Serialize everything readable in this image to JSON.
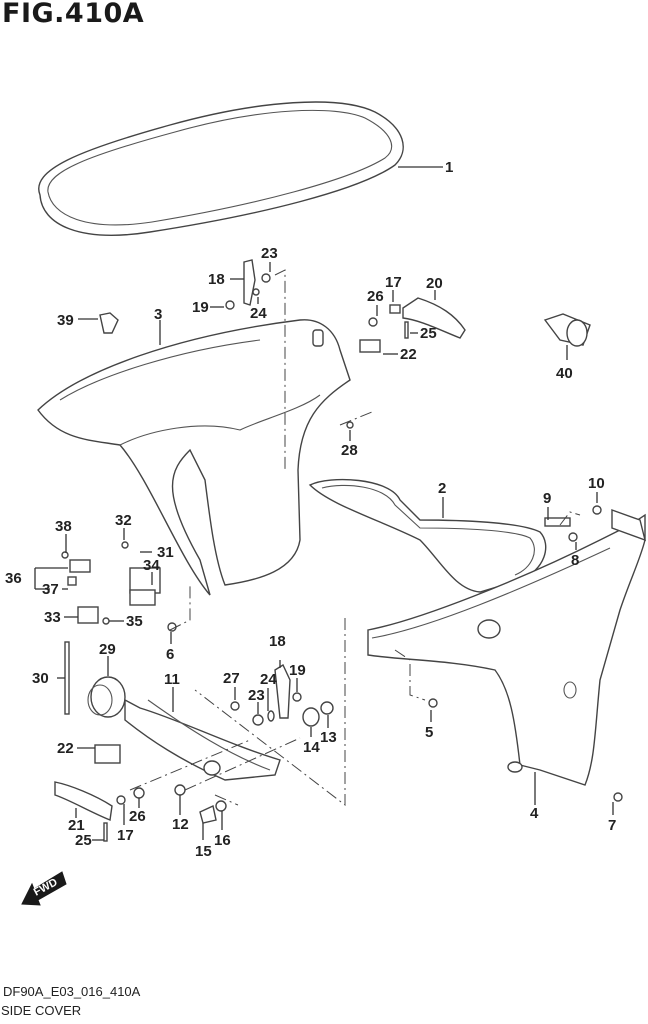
{
  "figure": {
    "title": "FIG.410A",
    "code": "DF90A_E03_016_410A",
    "subtitle": "SIDE COVER",
    "fwd_label": "FWD"
  },
  "callouts": [
    {
      "id": "c1",
      "label": "1"
    },
    {
      "id": "c2",
      "label": "2"
    },
    {
      "id": "c3",
      "label": "3"
    },
    {
      "id": "c4",
      "label": "4"
    },
    {
      "id": "c5",
      "label": "5"
    },
    {
      "id": "c6",
      "label": "6"
    },
    {
      "id": "c7",
      "label": "7"
    },
    {
      "id": "c8",
      "label": "8"
    },
    {
      "id": "c9",
      "label": "9"
    },
    {
      "id": "c10",
      "label": "10"
    },
    {
      "id": "c11",
      "label": "11"
    },
    {
      "id": "c12",
      "label": "12"
    },
    {
      "id": "c13",
      "label": "13"
    },
    {
      "id": "c14",
      "label": "14"
    },
    {
      "id": "c15",
      "label": "15"
    },
    {
      "id": "c16",
      "label": "16"
    },
    {
      "id": "c17a",
      "label": "17"
    },
    {
      "id": "c17b",
      "label": "17"
    },
    {
      "id": "c18a",
      "label": "18"
    },
    {
      "id": "c18b",
      "label": "18"
    },
    {
      "id": "c19a",
      "label": "19"
    },
    {
      "id": "c19b",
      "label": "19"
    },
    {
      "id": "c20",
      "label": "20"
    },
    {
      "id": "c21",
      "label": "21"
    },
    {
      "id": "c22a",
      "label": "22"
    },
    {
      "id": "c22b",
      "label": "22"
    },
    {
      "id": "c23a",
      "label": "23"
    },
    {
      "id": "c23b",
      "label": "23"
    },
    {
      "id": "c24a",
      "label": "24"
    },
    {
      "id": "c24b",
      "label": "24"
    },
    {
      "id": "c25a",
      "label": "25"
    },
    {
      "id": "c25b",
      "label": "25"
    },
    {
      "id": "c26a",
      "label": "26"
    },
    {
      "id": "c26b",
      "label": "26"
    },
    {
      "id": "c27",
      "label": "27"
    },
    {
      "id": "c28",
      "label": "28"
    },
    {
      "id": "c29",
      "label": "29"
    },
    {
      "id": "c30",
      "label": "30"
    },
    {
      "id": "c31",
      "label": "31"
    },
    {
      "id": "c32",
      "label": "32"
    },
    {
      "id": "c33",
      "label": "33"
    },
    {
      "id": "c34",
      "label": "34"
    },
    {
      "id": "c35",
      "label": "35"
    },
    {
      "id": "c36",
      "label": "36"
    },
    {
      "id": "c37",
      "label": "37"
    },
    {
      "id": "c38",
      "label": "38"
    },
    {
      "id": "c39",
      "label": "39"
    },
    {
      "id": "c40",
      "label": "40"
    }
  ]
}
